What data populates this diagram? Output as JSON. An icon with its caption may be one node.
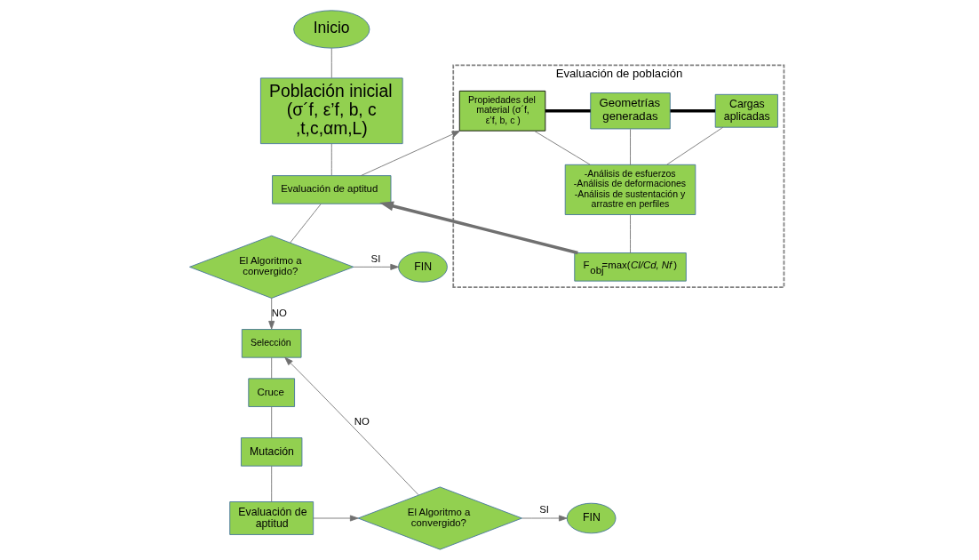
{
  "diagram": {
    "nodes": [
      {
        "text": [
          "Inicio"
        ]
      },
      {
        "text": [
          "Población inicial (σ´f, ε’f, b, c ,t,c,αm,L)"
        ]
      },
      {
        "text": [
          "Evaluación de aptitud"
        ]
      },
      {
        "text": [
          "El Algoritmo a convergido?"
        ]
      },
      {
        "text": [
          "FIN"
        ]
      },
      {
        "text": [
          "Selección"
        ]
      },
      {
        "text": [
          "Cruce"
        ]
      },
      {
        "text": [
          "Mutación"
        ]
      },
      {
        "text": [
          "Evaluación de aptitud"
        ]
      },
      {
        "text": [
          "El Algoritmo a convergido?"
        ]
      },
      {
        "text": [
          "FIN"
        ]
      },
      {
        "text": [
          "Evaluación de población"
        ]
      },
      {
        "text": [
          "Propiedades del material (σ´f, ε’f, b, c )"
        ],
        "in": 11
      },
      {
        "text": [
          "Geometrías generadas"
        ],
        "in": 11
      },
      {
        "text": [
          "Cargas aplicadas"
        ],
        "in": 11
      },
      {
        "text": [
          "-Análisis de esfuerzos -Análisis de deformaciones -Análisis de sustentación y arrastre en perfiles"
        ],
        "in": 11
      },
      {
        "text": [
          "F$_{obj}$=max(*Cl/Cd, Nf*)"
        ],
        "in": 11
      }
    ],
    "edges": [
      {
        "from": 0,
        "to": 1,
        "arrow": "none"
      },
      {
        "from": 1,
        "to": 2,
        "arrow": "none"
      },
      {
        "from": 2,
        "to": 3,
        "arrow": "none"
      },
      {
        "from": 3,
        "to": 4,
        "arrow": "to",
        "label": "SI"
      },
      {
        "from": 3,
        "to": 5,
        "arrow": "to",
        "label": "NO"
      },
      {
        "from": 5,
        "to": 6,
        "arrow": "none"
      },
      {
        "from": 6,
        "to": 7,
        "arrow": "none"
      },
      {
        "from": 7,
        "to": 8,
        "arrow": "none"
      },
      {
        "from": 8,
        "to": 9,
        "arrow": "to"
      },
      {
        "from": 9,
        "to": 10,
        "arrow": "to",
        "label": "SI"
      },
      {
        "from": 9,
        "to": 5,
        "arrow": "to",
        "label": "NO"
      },
      {
        "from": 2,
        "to": 12,
        "arrow": "to"
      },
      {
        "from": 12,
        "to": 13,
        "arrow": "none",
        "color": "#000000",
        "style": "thick"
      },
      {
        "from": 13,
        "to": 14,
        "arrow": "none",
        "color": "#000000",
        "style": "thick"
      },
      {
        "from": 12,
        "to": 15,
        "arrow": "none"
      },
      {
        "from": 13,
        "to": 15,
        "arrow": "none"
      },
      {
        "from": 14,
        "to": 15,
        "arrow": "none"
      },
      {
        "from": 15,
        "to": 16,
        "arrow": "none"
      },
      {
        "from": 16,
        "to": 2,
        "arrow": "to",
        "style": "thick"
      }
    ]
  }
}
